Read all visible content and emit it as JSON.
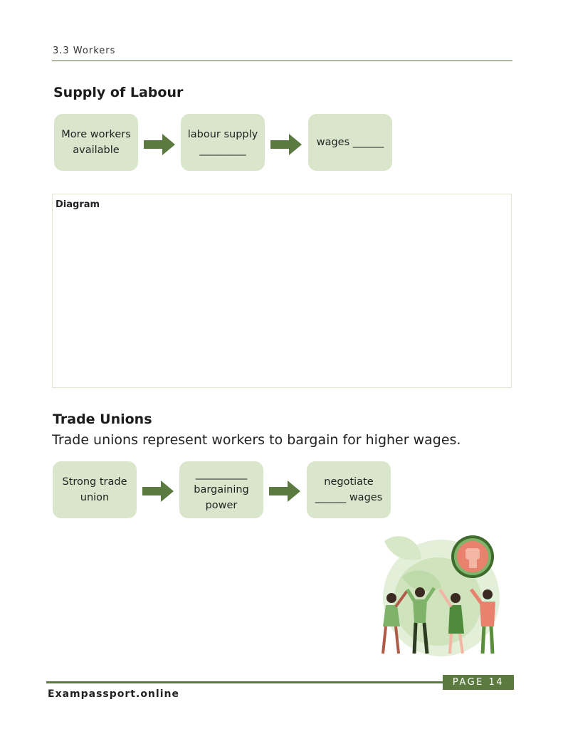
{
  "header": {
    "section_label": "3.3 Workers"
  },
  "supply": {
    "title": "Supply of Labour",
    "flow": [
      "More workers\navailable",
      "labour supply\n_________",
      "wages ______"
    ]
  },
  "diagram": {
    "label": "Diagram"
  },
  "unions": {
    "title": "Trade Unions",
    "description": "Trade unions represent workers to bargain for higher wages.",
    "flow": [
      "Strong trade\nunion",
      "__________\nbargaining\npower",
      "negotiate\n______ wages"
    ]
  },
  "footer": {
    "page_label": "PAGE 14",
    "site": "Exampassport.online"
  },
  "colors": {
    "accent": "#5b7a3f",
    "box_fill": "#d9e6cc",
    "fist_bg": "#e8826e"
  },
  "icons": {
    "arrow": "right-arrow-icon",
    "illustration": "people-raising-hands-fist-illustration"
  }
}
